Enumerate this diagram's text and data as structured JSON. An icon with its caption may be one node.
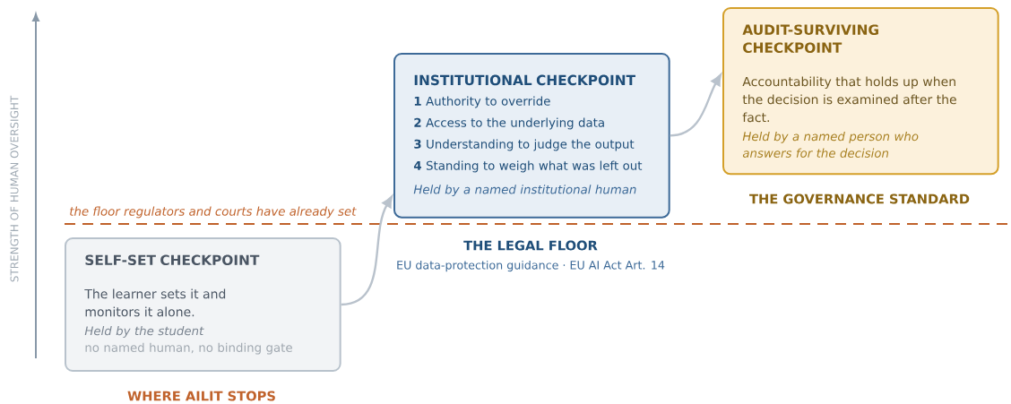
{
  "diagram": {
    "nodes": [
      {
        "text": [
          "SELF-SET CHECKPOINT",
          "The learner sets it and monitors it alone.",
          "Held by the student",
          "no named human, no binding gate"
        ],
        "beside": [
          "WHERE AILIT STOPS"
        ]
      },
      {
        "text": [
          "INSTITUTIONAL CHECKPOINT",
          "**1** Authority to override",
          "**2** Access to the underlying data",
          "**3** Understanding to judge the output",
          "**4** Standing to weigh what was left out",
          "Held by a named institutional human"
        ]
      },
      {
        "text": [
          "AUDIT-SURVIVING CHECKPOINT",
          "Accountability that holds up when the decision is examined after the fact.",
          "Held by a named person who answers for the decision"
        ],
        "beside": [
          "THE GOVERNANCE STANDARD"
        ]
      }
    ],
    "edges": [
      {
        "from": 0,
        "to": 1,
        "arrow": "to"
      },
      {
        "from": 1,
        "to": 2,
        "arrow": "to"
      }
    ],
    "labels": [
      "STRENGTH OF HUMAN OVERSIGHT",
      "the floor regulators and courts have already set",
      "THE LEGAL FLOOR",
      "EU data-protection guidance · EU AI Act Art. 14"
    ]
  }
}
